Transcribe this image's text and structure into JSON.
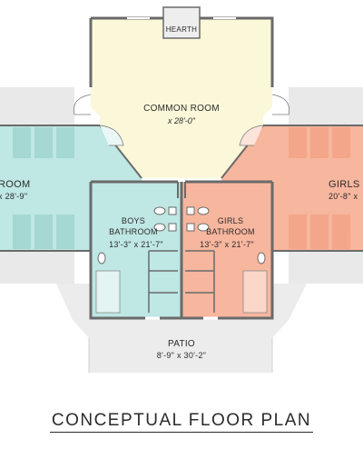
{
  "rooms": {
    "hearth": {
      "label": "HEARTH"
    },
    "common_room": {
      "label": "COMMON ROOM",
      "dims": "x 28'-0\""
    },
    "boys_room": {
      "label": "ROOM",
      "dims": "x 28'-9\""
    },
    "girls_room": {
      "label": "GIRLS R",
      "dims": "20'-8\" x"
    },
    "boys_bathroom": {
      "label_line1": "BOYS",
      "label_line2": "BATHROOM",
      "dims": "13'-3\" x 21'-7\""
    },
    "girls_bathroom": {
      "label_line1": "GIRLS",
      "label_line2": "BATHROOM",
      "dims": "13'-3\" x 21'-7\""
    },
    "patio": {
      "label": "PATIO",
      "dims": "8'-9\" x 30'-2\""
    }
  },
  "title": "CONCEPTUAL FLOOR PLAN",
  "colors": {
    "common_room": "#fbf8d9",
    "boys": "#bfe7e3",
    "girls": "#f7b69e",
    "patio": "#e9e9e9",
    "wall": "#6a6a6a"
  }
}
